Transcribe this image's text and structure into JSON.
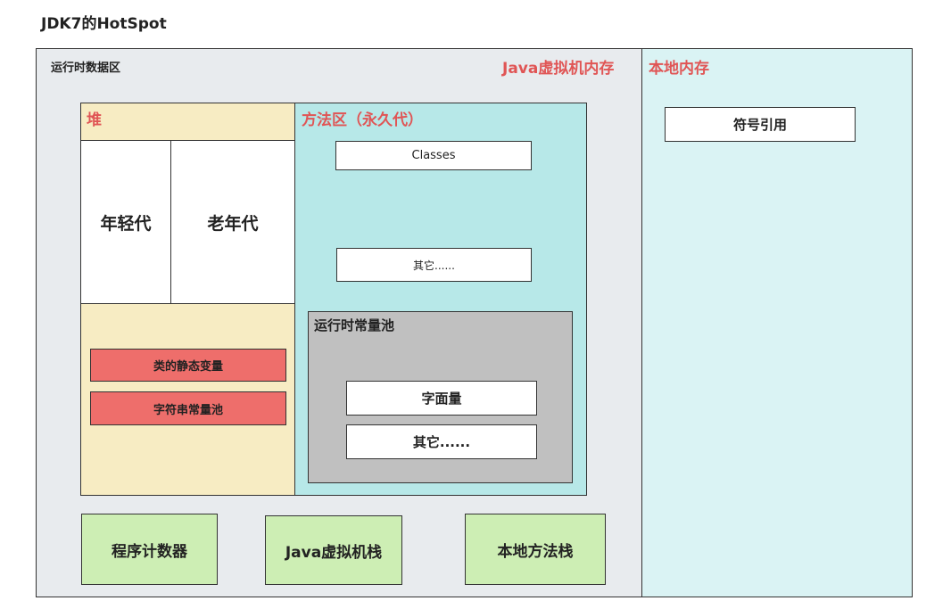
{
  "title": "JDK7的HotSpot",
  "runtime_area": {
    "label": "运行时数据区",
    "jvm_memory_label": "Java虚拟机内存"
  },
  "heap": {
    "label": "堆",
    "young_gen": "年轻代",
    "old_gen": "老年代",
    "static_vars": "类的静态变量",
    "string_pool": "字符串常量池"
  },
  "method_area": {
    "label": "方法区（永久代）",
    "classes": "Classes",
    "others": "其它......",
    "constant_pool": {
      "label": "运行时常量池",
      "literals": "字面量",
      "others": "其它......"
    }
  },
  "stacks": {
    "pc_register": "程序计数器",
    "jvm_stack": "Java虚拟机栈",
    "native_stack": "本地方法栈"
  },
  "native_memory": {
    "label": "本地内存",
    "symbol_ref": "符号引用"
  },
  "colors": {
    "runtime_bg": "#e8ebee",
    "native_bg": "#daf3f4",
    "heap_bg": "#f7ecc3",
    "method_bg": "#b7e8e8",
    "pool_bg": "#c0c0c0",
    "red_label": "#e05555",
    "red_box": "#ee6e6b",
    "green_box": "#cdeeb4"
  }
}
